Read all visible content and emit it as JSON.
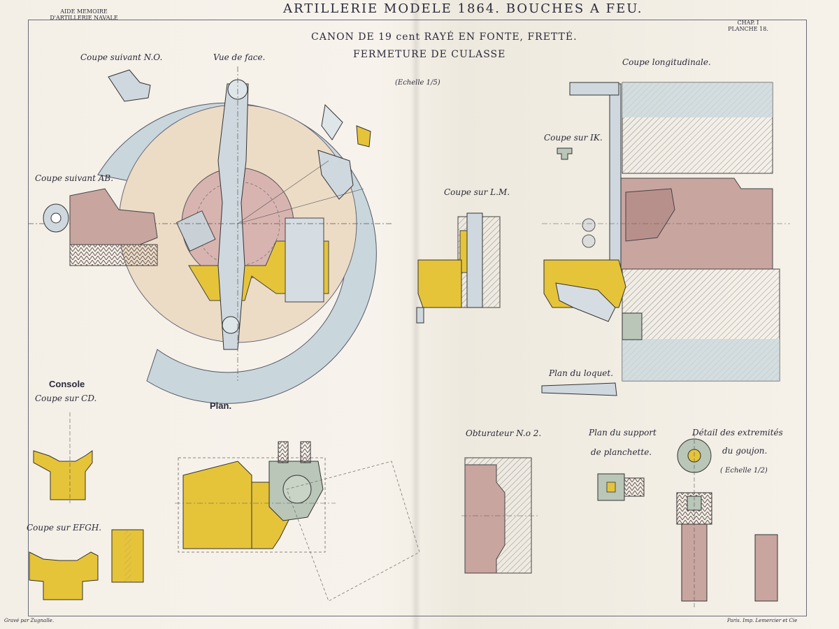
{
  "header": {
    "left_line1": "AIDE MEMOIRE",
    "left_line2": "D'ARTILLERIE NAVALE",
    "title": "ARTILLERIE MODELE 1864. BOUCHES A FEU.",
    "right_line1": "CHAP. I",
    "right_line2": "PLANCHE 18.",
    "subtitle1": "CANON DE 19 cent RAYÉ EN FONTE, FRETTÉ.",
    "subtitle2": "FERMETURE DE CULASSE",
    "scale": "(Echelle 1/5)"
  },
  "views": {
    "coupe_no": "Coupe suivant N.O.",
    "vue_face": "Vue de face.",
    "coupe_ab": "Coupe suivant AB.",
    "coupe_lm": "Coupe sur L.M.",
    "coupe_long": "Coupe longitudinale.",
    "coupe_ik": "Coupe sur IK.",
    "plan_loquet": "Plan du loquet.",
    "console": "Console",
    "coupe_cd": "Coupe sur CD.",
    "plan": "Plan.",
    "coupe_efgh": "Coupe sur EFGH.",
    "obturateur": "Obturateur N.o 2.",
    "plan_support_1": "Plan du support",
    "plan_support_2": "de planchette.",
    "detail_1": "Détail des extremités",
    "detail_2": "du goujon.",
    "detail_scale": "( Echelle 1/2)"
  },
  "footer": {
    "left": "Gravé par Zugnalle.",
    "right": "Paris. Imp. Lemercier et Cie"
  },
  "colors": {
    "paper": "#f4efe6",
    "steel_blue": "#c9d7dc",
    "bronze_yellow": "#e6c43a",
    "cast_iron_pink": "#c9a5a0",
    "beige": "#ecdcc6",
    "grey_green": "#b9c6b8",
    "ink": "#2a2a3a"
  }
}
